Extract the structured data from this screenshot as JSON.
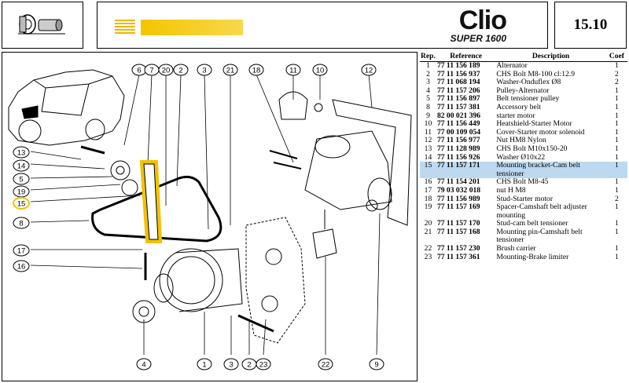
{
  "header": {
    "brand_name": "Clio",
    "brand_sub": "SUPER 1600",
    "page_number": "15.10"
  },
  "diagram": {
    "callouts": [
      "13",
      "14",
      "5",
      "19",
      "15",
      "8",
      "17",
      "16",
      "6",
      "7",
      "20",
      "2",
      "3",
      "21",
      "18",
      "11",
      "10",
      "12",
      "1",
      "4",
      "22",
      "23",
      "9"
    ]
  },
  "parts_table": {
    "columns": [
      "Rep.",
      "Reference",
      "Description",
      "Coef"
    ],
    "rows": [
      {
        "rep": "1",
        "ref": "77 11 156 189",
        "desc": "Alternator",
        "coef": "1"
      },
      {
        "rep": "2",
        "ref": "77 11 156 937",
        "desc": "CHS Bolt M8-100 cl:12.9",
        "coef": "2"
      },
      {
        "rep": "3",
        "ref": "77 11 068 194",
        "desc": "Washer-Onduflex Ø8",
        "coef": "2"
      },
      {
        "rep": "4",
        "ref": "77 11 157 206",
        "desc": "Pulley-Alternator",
        "coef": "1"
      },
      {
        "rep": "5",
        "ref": "77 11 156 897",
        "desc": "Belt tensioner pulley",
        "coef": "1"
      },
      {
        "rep": "8",
        "ref": "77 11 157 381",
        "desc": "Accessory belt",
        "coef": "1"
      },
      {
        "rep": "9",
        "ref": "82 00 021 396",
        "desc": "starter motor",
        "coef": "1"
      },
      {
        "rep": "10",
        "ref": "77 11 156 449",
        "desc": "Heatshield-Starter Motor",
        "coef": "1"
      },
      {
        "rep": "11",
        "ref": "77 00 109 054",
        "desc": "Cover-Starter motor solenoid",
        "coef": "1"
      },
      {
        "rep": "12",
        "ref": "77 11 156 977",
        "desc": "Nut HM8 Nylon",
        "coef": "1"
      },
      {
        "rep": "13",
        "ref": "77 11 128 989",
        "desc": "CHS Bolt M10x150-20",
        "coef": "1"
      },
      {
        "rep": "14",
        "ref": "77 11 156 926",
        "desc": "Washer Ø10x22",
        "coef": "1"
      },
      {
        "rep": "15",
        "ref": "77 11 157 171",
        "desc": "Mounting bracket-Cam belt tensioner",
        "coef": "1",
        "highlight": true
      },
      {
        "rep": "16",
        "ref": "77 11 154 201",
        "desc": "CHS Bolt M8-45",
        "coef": "1"
      },
      {
        "rep": "17",
        "ref": "79 03 032 018",
        "desc": "nut H M8",
        "coef": "1"
      },
      {
        "rep": "18",
        "ref": "77 11 156 989",
        "desc": "Stud-Starter motor",
        "coef": "2"
      },
      {
        "rep": "19",
        "ref": "77 11 157 169",
        "desc": "Spacer-Camshaft belt adjuster mounting",
        "coef": "1"
      },
      {
        "rep": "20",
        "ref": "77 11 157 170",
        "desc": "Stud-cam belt tensioner",
        "coef": "1"
      },
      {
        "rep": "21",
        "ref": "77 11 157 168",
        "desc": "Mounting pin-Camshaft belt tensioner",
        "coef": "1"
      },
      {
        "rep": "22",
        "ref": "77 11 157 230",
        "desc": "Brush carrier",
        "coef": "1"
      },
      {
        "rep": "23",
        "ref": "77 11 157 361",
        "desc": "Mounting-Brake limiter",
        "coef": "1"
      }
    ]
  },
  "colors": {
    "accent_yellow": "#f2c200",
    "highlight_row": "#bcd9f0"
  }
}
